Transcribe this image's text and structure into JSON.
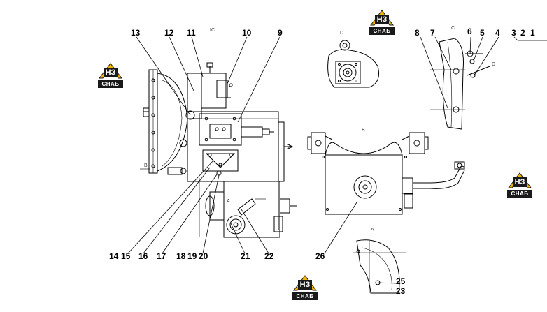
{
  "diagram": {
    "callouts": [
      "13",
      "12",
      "11",
      "10",
      "9",
      "8",
      "7",
      "6",
      "5",
      "4",
      "3",
      "2",
      "1",
      "14",
      "15",
      "16",
      "17",
      "18",
      "19",
      "20",
      "21",
      "22",
      "26",
      "25",
      "23"
    ],
    "view_letters": [
      "IC",
      "B",
      "B",
      "A",
      "A",
      "A",
      "C",
      "D",
      "D"
    ]
  },
  "watermark": {
    "logo_mark": "НЗ",
    "logo_text": "СНАБ",
    "colors": {
      "roof": "#f0b400",
      "dark": "#1a1a1a"
    }
  },
  "colors": {
    "line": "#000000",
    "background": "#ffffff"
  }
}
